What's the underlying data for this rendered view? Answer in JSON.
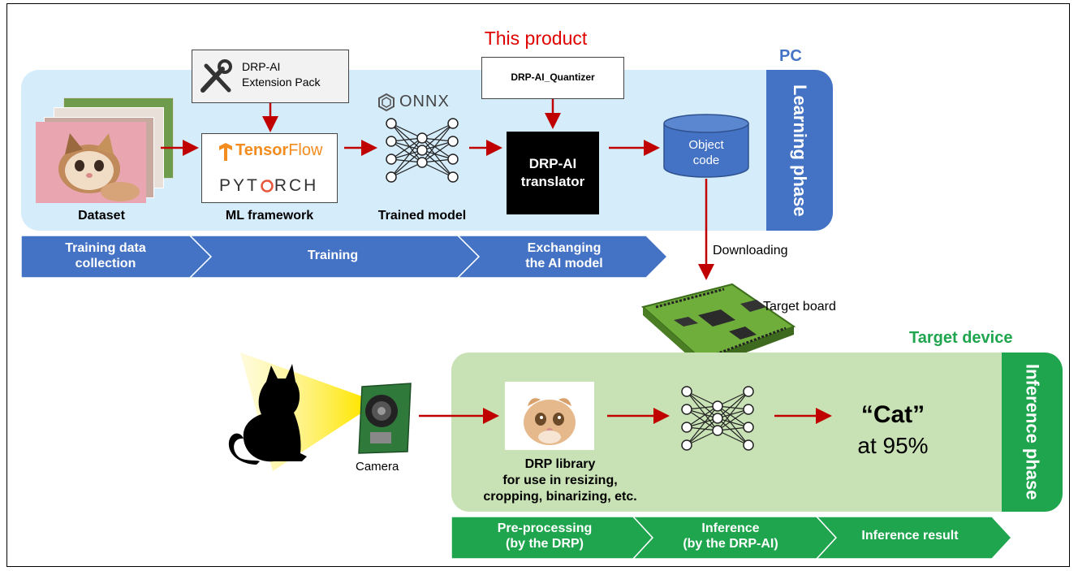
{
  "header": {
    "this_product": "This product"
  },
  "pc": {
    "label": "PC",
    "phase": "Learning phase",
    "extension_pack_l1": "DRP-AI",
    "extension_pack_l2": "Extension Pack",
    "quantizer": "DRP-AI_Quantizer",
    "onnx": "ONNX",
    "tensorflow_a": "Tensor",
    "tensorflow_b": "Flow",
    "pytorch_a": "PYT",
    "pytorch_b": "RCH",
    "translator_l1": "DRP-AI",
    "translator_l2": "translator",
    "object_code_l1": "Object",
    "object_code_l2": "code",
    "dataset": "Dataset",
    "ml_framework": "ML framework",
    "trained_model": "Trained model",
    "steps": [
      {
        "l1": "Training data",
        "l2": "collection"
      },
      {
        "l1": "Training",
        "l2": ""
      },
      {
        "l1": "Exchanging",
        "l2": "the AI model"
      }
    ]
  },
  "downloading": "Downloading",
  "target_board": "Target board",
  "target": {
    "label": "Target device",
    "phase": "Inference phase",
    "camera": "Camera",
    "drp_l1": "DRP library",
    "drp_l2": "for use in resizing,",
    "drp_l3": "cropping, binarizing, etc.",
    "result_l1": "“Cat”",
    "result_l2": "at 95%",
    "steps": [
      {
        "l1": "Pre-processing",
        "l2": "(by the DRP)"
      },
      {
        "l1": "Inference",
        "l2": "(by the DRP-AI)"
      },
      {
        "l1": "Inference result",
        "l2": ""
      }
    ]
  },
  "colors": {
    "pc_panel": "#d5ecfb",
    "pc_accent": "#4472c4",
    "target_panel": "#c8e2b5",
    "target_accent": "#1ea54d",
    "arrow": "#c00000",
    "highlight_text": "#e00000"
  }
}
